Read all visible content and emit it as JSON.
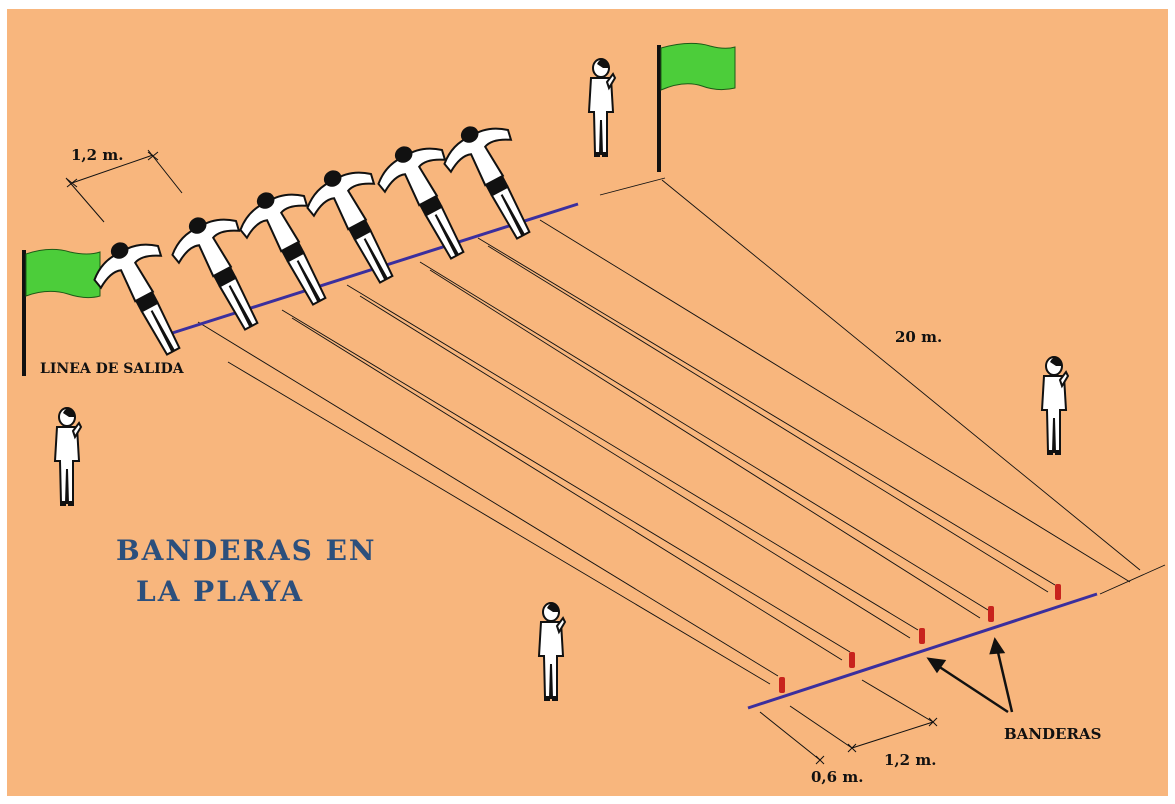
{
  "colors": {
    "sand": "#F8B67D",
    "start_line": "#3b2f9e",
    "flag_green": "#4ccd3a",
    "marker_red": "#c8231d",
    "title_blue": "#2c4f7c"
  },
  "labels": {
    "spacing_top": "1,2 m.",
    "start_line": "LINEA DE SALIDA",
    "distance": "20 m.",
    "spacing_bottom": "1,2 m.",
    "offset_bottom": "0,6 m.",
    "flags": "BANDERAS"
  },
  "title": {
    "line1": "BANDERAS EN",
    "line2": "LA PLAYA"
  },
  "icons": {
    "flag": "green-flag-icon",
    "lying_player": "lying-player-icon",
    "standing_person": "standing-person-icon",
    "marker": "red-marker-icon"
  },
  "counts": {
    "lying_players": 6,
    "flags_on_beach": 5,
    "standing_people": 4
  }
}
